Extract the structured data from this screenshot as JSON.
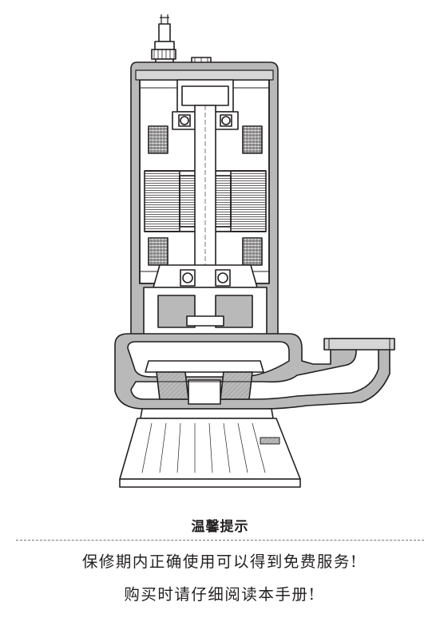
{
  "notice": {
    "title": "温馨提示",
    "line1": "保修期内正确使用可以得到免费服务!",
    "line2": "购买时请仔细阅读本手册!"
  },
  "drawing": {
    "subject": "submersible sewage pump cross-section",
    "line_color": "#231f20",
    "shade_color": "#b9b9b9"
  }
}
